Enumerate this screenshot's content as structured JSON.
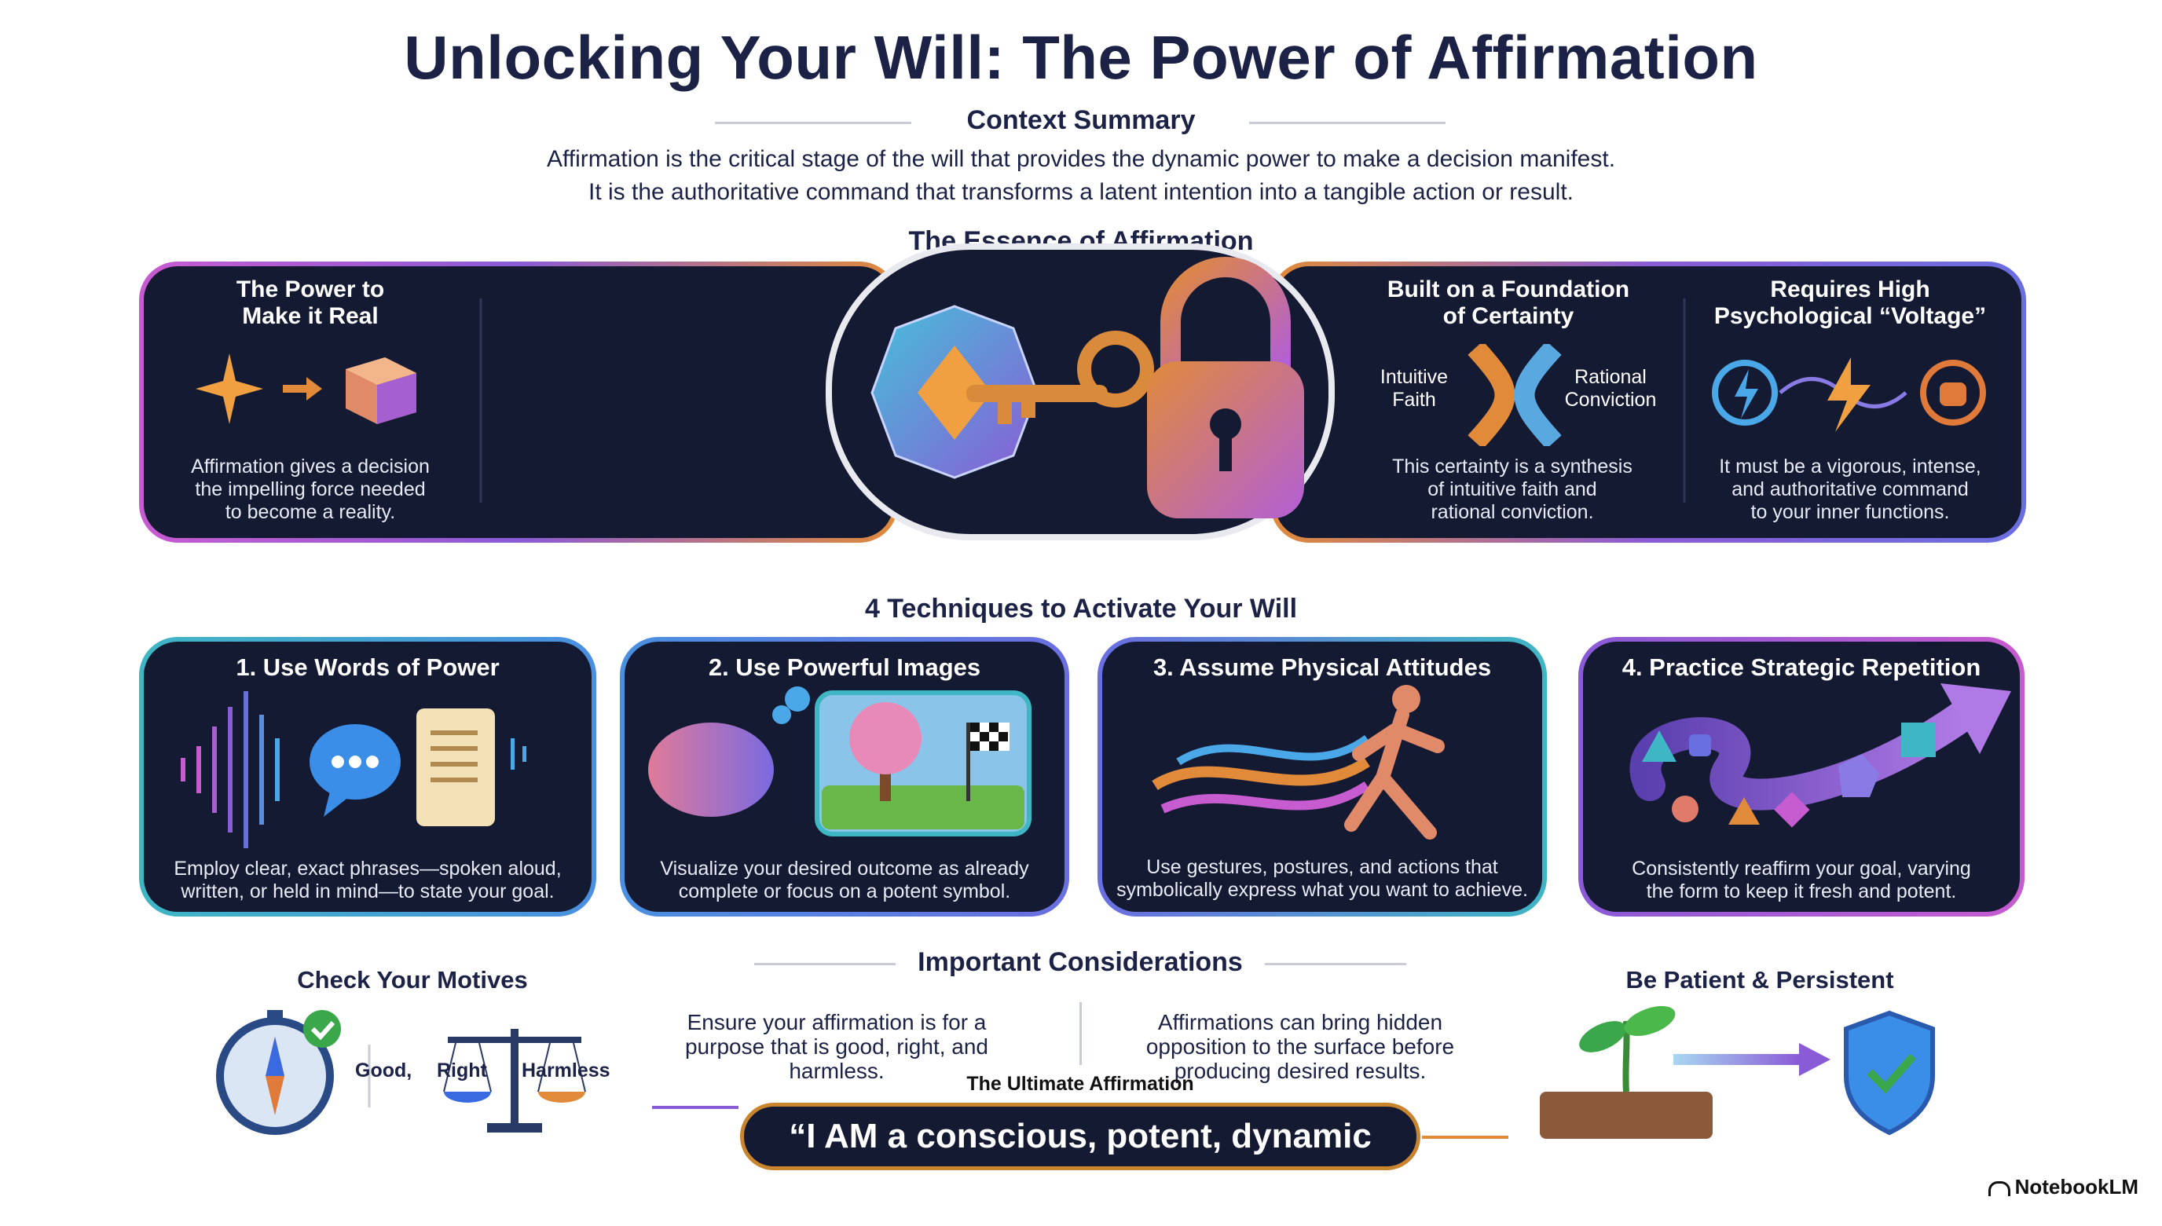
{
  "title": "Unlocking Your Will: The Power of Affirmation",
  "context": {
    "heading": "Context Summary",
    "line1": "Affirmation is the critical stage of the will that provides the dynamic power to make a decision manifest.",
    "line2": "It is the authoritative command that transforms a latent intention into a tangible action or result."
  },
  "essence": {
    "heading": "The Essence of Affirmation",
    "power": {
      "title_line1": "The Power to",
      "title_line2": "Make it Real",
      "text_line1": "Affirmation gives a decision",
      "text_line2": "the impelling force needed",
      "text_line3": "to become a reality."
    },
    "foundation": {
      "title_line1": "Built on a Foundation",
      "title_line2": "of Certainty",
      "left_line1": "Intuitive",
      "left_line2": "Faith",
      "right_line1": "Rational",
      "right_line2": "Conviction",
      "text_line1": "This certainty is a synthesis",
      "text_line2": "of intuitive faith and",
      "text_line3": "rational conviction."
    },
    "voltage": {
      "title_line1": "Requires High",
      "title_line2": "Psychological “Voltage”",
      "text_line1": "It must be a vigorous, intense,",
      "text_line2": "and authoritative command",
      "text_line3": "to your inner functions."
    }
  },
  "techniques": {
    "heading": "4 Techniques to Activate Your Will",
    "items": [
      {
        "title": "1. Use Words of Power",
        "line1": "Employ clear, exact phrases—spoken aloud,",
        "line2": "written, or held in mind—to state your goal."
      },
      {
        "title": "2. Use Powerful Images",
        "line1": "Visualize your desired outcome as already",
        "line2": "complete or focus on a potent symbol."
      },
      {
        "title": "3. Assume Physical Attitudes",
        "line1": "Use gestures, postures, and actions that",
        "line2": "symbolically express what you want to achieve."
      },
      {
        "title": "4. Practice Strategic Repetition",
        "line1": "Consistently reaffirm your goal, varying",
        "line2": "the form to keep it fresh and potent."
      }
    ]
  },
  "considerations": {
    "heading": "Important Considerations",
    "motives": {
      "title": "Check Your Motives",
      "good": "Good,",
      "right": "Right",
      "harmless": "Harmless"
    },
    "ensure": {
      "line1": "Ensure your affirmation is for a",
      "line2": "purpose that is good, right, and",
      "line3": "harmless."
    },
    "opposition": {
      "line1": "Affirmations can bring hidden",
      "line2": "opposition to the surface before",
      "line3": "producing desired results."
    },
    "patient": {
      "title": "Be Patient & Persistent"
    }
  },
  "ultimate": {
    "label": "The Ultimate Affirmation",
    "quote": "“I AM a conscious, potent, dynamic WILL.”"
  },
  "brand": "NotebookLM",
  "colors": {
    "navy": "#151a33",
    "title": "#1b2246",
    "orange": "#e08a3a",
    "purple": "#8a5bd6",
    "teal": "#3fb6c4"
  }
}
